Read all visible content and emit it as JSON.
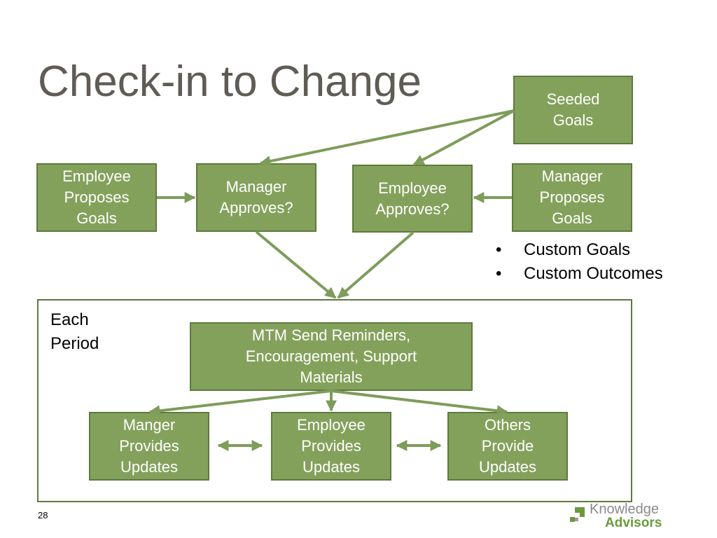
{
  "slide": {
    "title": "Check-in to Change",
    "page_number": "28"
  },
  "boxes": {
    "seeded_goals": "Seeded Goals",
    "employee_proposes": "Employee Proposes Goals",
    "manager_approves": "Manager Approves?",
    "employee_approves": "Employee Approves?",
    "manager_proposes": "Manager Proposes Goals",
    "mtm_reminders": "MTM Send Reminders, Encouragement, Support Materials",
    "manager_updates": "Manger Provides Updates",
    "employee_updates": "Employee Provides Updates",
    "others_updates": "Others Provide Updates"
  },
  "period_label": "Each Period",
  "bullets": [
    "Custom Goals",
    "Custom Outcomes"
  ],
  "bullet_symbol": "•",
  "logo": {
    "line1": "Knowledge",
    "line2": "Advisors"
  },
  "colors": {
    "box_fill": "#84a15c",
    "box_border": "#5d7a3e",
    "arrow": "#7e9c5a",
    "title": "#5f5b55",
    "logo_green": "#6b9a3c"
  }
}
